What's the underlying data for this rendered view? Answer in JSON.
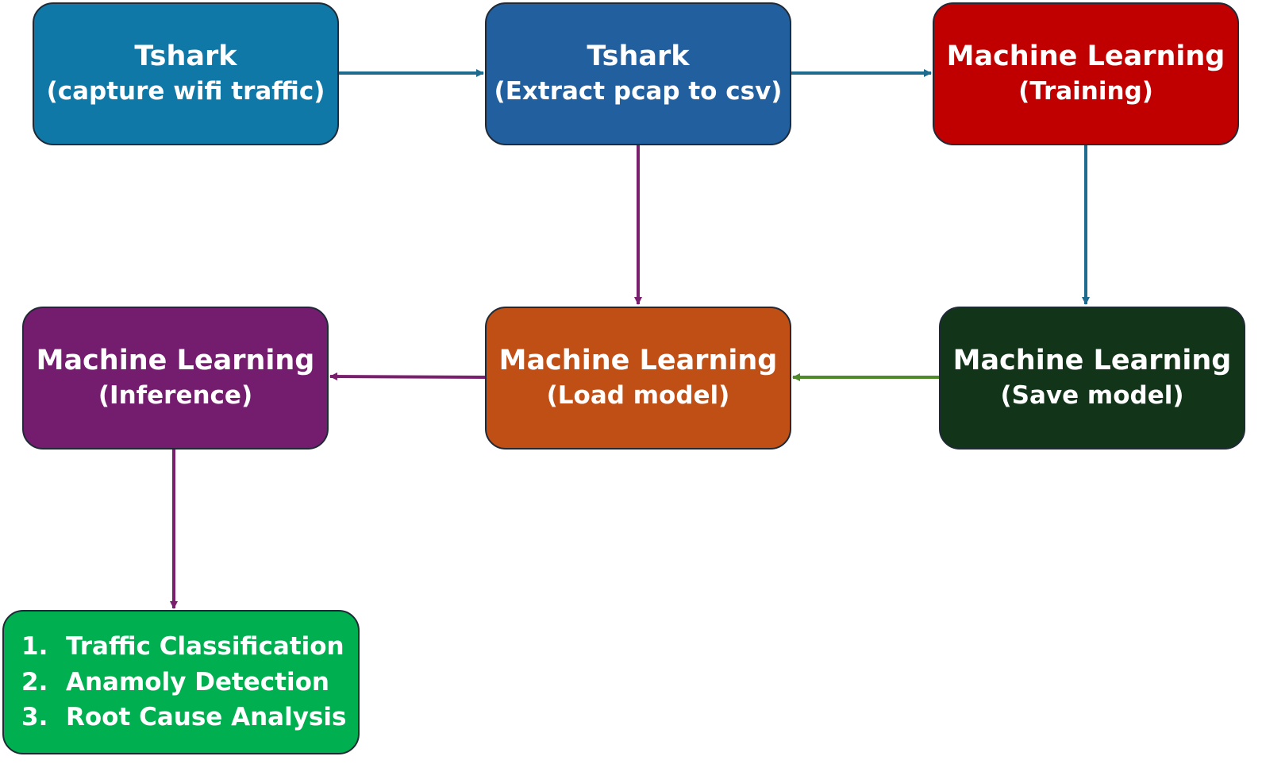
{
  "colors": {
    "capture": "#0f78a6",
    "extract": "#225f9e",
    "training": "#c00000",
    "inference": "#741d6e",
    "load": "#c04f15",
    "save": "#123419",
    "results": "#00b050",
    "arrow_blue": "#1f6b8f",
    "arrow_purple": "#7a1f6e",
    "arrow_green": "#4f8a2a"
  },
  "boxes": {
    "capture": {
      "title": "Tshark",
      "subtitle": "(capture wifi traffic)"
    },
    "extract": {
      "title": "Tshark",
      "subtitle": "(Extract pcap to csv)"
    },
    "training": {
      "title": "Machine Learning",
      "subtitle": "(Training)"
    },
    "save": {
      "title": "Machine Learning",
      "subtitle": "(Save model)"
    },
    "load": {
      "title": "Machine Learning",
      "subtitle": "(Load model)"
    },
    "inference": {
      "title": "Machine Learning",
      "subtitle": "(Inference)"
    }
  },
  "results": {
    "items": [
      {
        "num": "1.",
        "text": "Traffic Classification"
      },
      {
        "num": "2.",
        "text": "Anamoly Detection"
      },
      {
        "num": "3.",
        "text": "Root Cause Analysis"
      }
    ]
  }
}
